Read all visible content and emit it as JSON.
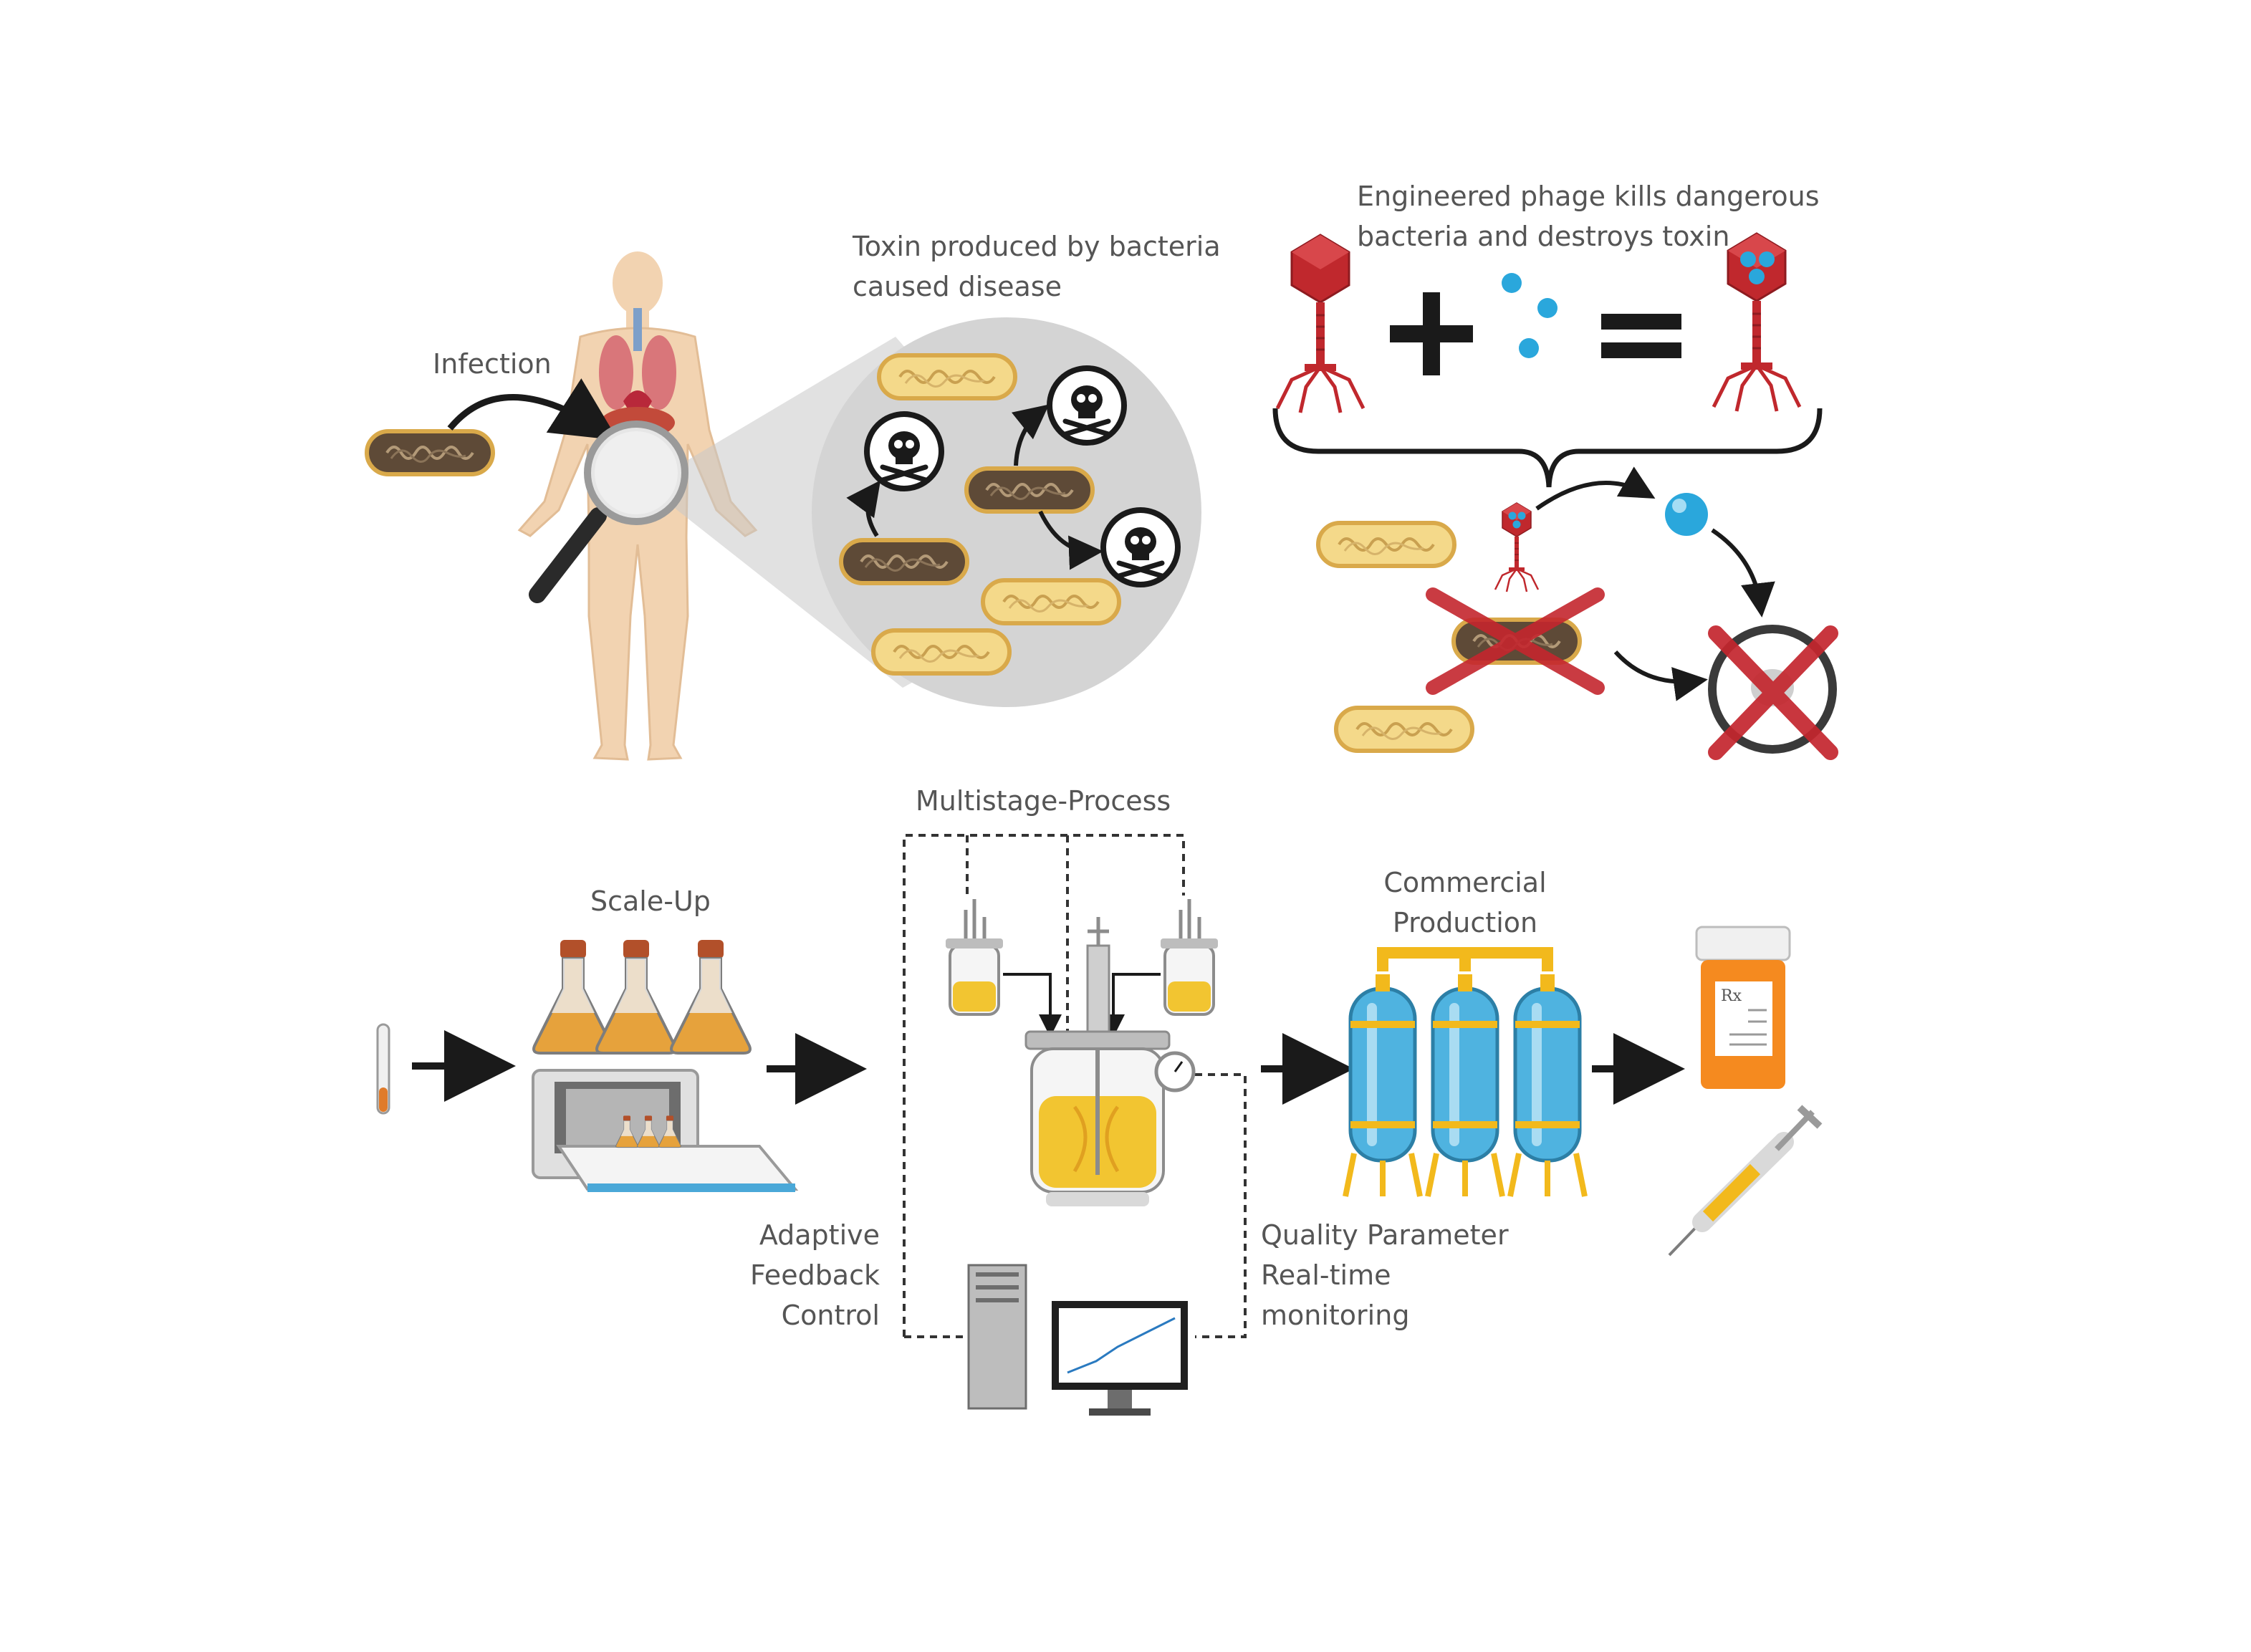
{
  "labels": {
    "infection": "Infection",
    "toxin_line1": "Toxin produced by bacteria",
    "toxin_line2": "caused disease",
    "phage_line1": "Engineered phage kills dangerous",
    "phage_line2": "bacteria and destroys toxin",
    "multistage": "Multistage-Process",
    "scaleup": "Scale-Up",
    "commercial_line1": "Commercial",
    "commercial_line2": "Production",
    "adaptive_line1": "Adaptive",
    "adaptive_line2": "Feedback",
    "adaptive_line3": "Control",
    "quality_line1": "Quality Parameter",
    "quality_line2": "Real-time",
    "quality_line3": "monitoring",
    "rx": "Rx"
  },
  "colors": {
    "text": "#555555",
    "skin": "#f2d3b1",
    "bacterium_dark": "#5e4a37",
    "bacterium_light": "#f4d98a",
    "bacterium_outline": "#d9a94a",
    "phage_head": "#c0282d",
    "toxin_blue": "#2aa7dc",
    "cross_red": "#c4262e",
    "culture_orange": "#e6a23c",
    "tank_blue": "#4fb3e0",
    "pipe_yellow": "#f2b91c",
    "bottle_orange": "#f58a1f",
    "arrow": "#1a1a1a"
  },
  "icons": [
    "human-body-icon",
    "magnifier-icon",
    "bacterium-icon",
    "skull-toxin-icon",
    "phage-icon",
    "plus-icon",
    "equals-icon",
    "test-tube-icon",
    "flask-icon",
    "incubator-icon",
    "bioreactor-icon",
    "computer-icon",
    "tank-icon",
    "pill-bottle-icon",
    "syringe-icon"
  ]
}
